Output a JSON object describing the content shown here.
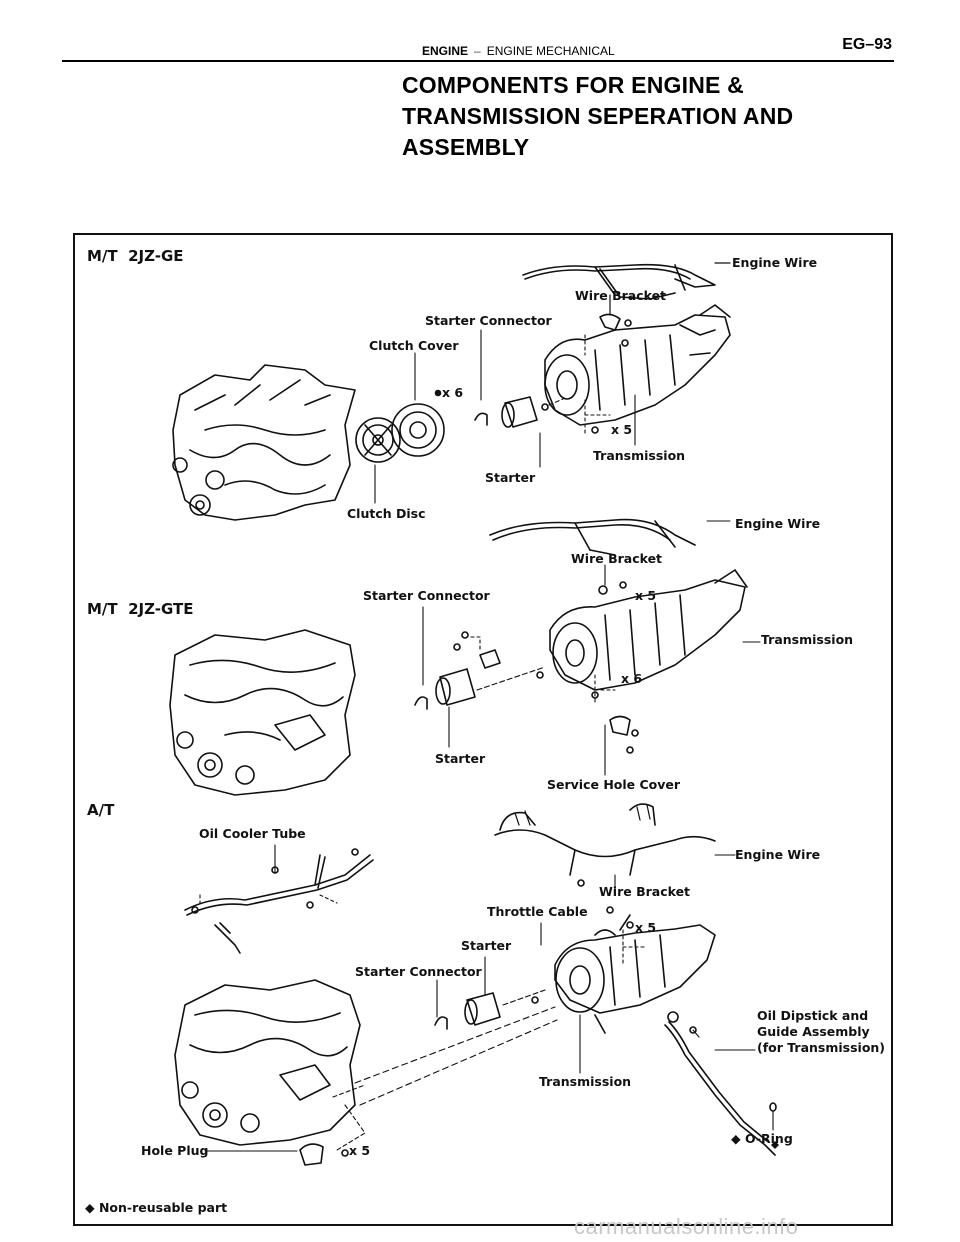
{
  "header": {
    "section": "ENGINE",
    "separator": "–",
    "subsection": "ENGINE MECHANICAL",
    "page": "EG–93"
  },
  "title": "COMPONENTS FOR ENGINE & TRANSMISSION SEPERATION AND ASSEMBLY",
  "figure": {
    "sections": [
      {
        "mt": "M/T",
        "model": "2JZ-GE"
      },
      {
        "mt": "M/T",
        "model": "2JZ-GTE"
      },
      {
        "mt": "A/T",
        "model": ""
      }
    ],
    "labels": {
      "ge_engine_wire": "Engine Wire",
      "ge_wire_bracket": "Wire Bracket",
      "ge_starter_connector": "Starter Connector",
      "ge_clutch_cover": "Clutch Cover",
      "ge_x6": "x 6",
      "ge_x5": "x 5",
      "ge_transmission": "Transmission",
      "ge_starter": "Starter",
      "ge_clutch_disc": "Clutch Disc",
      "gte_engine_wire": "Engine Wire",
      "gte_wire_bracket": "Wire Bracket",
      "gte_starter_connector": "Starter Connector",
      "gte_x5": "x 5",
      "gte_transmission": "Transmission",
      "gte_x6": "x 6",
      "gte_starter": "Starter",
      "gte_service_hole_cover": "Service Hole Cover",
      "at_oil_cooler_tube": "Oil Cooler Tube",
      "at_engine_wire": "Engine Wire",
      "at_wire_bracket": "Wire Bracket",
      "at_throttle_cable": "Throttle Cable",
      "at_x5_top": "x 5",
      "at_starter": "Starter",
      "at_starter_connector": "Starter Connector",
      "at_oil_dipstick_1": "Oil Dipstick and",
      "at_oil_dipstick_2": "Guide Assembly",
      "at_oil_dipstick_3": "(for Transmission)",
      "at_transmission": "Transmission",
      "at_hole_plug": "Hole Plug",
      "at_x5_bottom": "x 5",
      "at_o_ring": "◆ O-Ring"
    },
    "footnote": "◆ Non-reusable part"
  },
  "watermark": "carmanualsonline.info"
}
